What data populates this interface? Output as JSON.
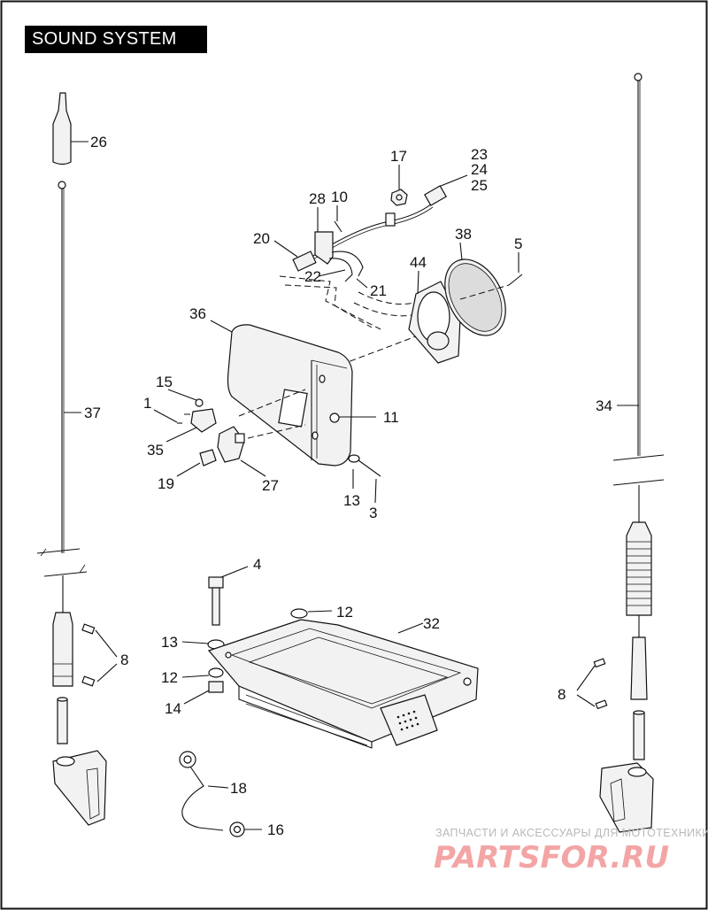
{
  "header": {
    "title": "SOUND SYSTEM"
  },
  "callouts": {
    "c26": "26",
    "c37": "37",
    "c8_left": "8",
    "c28": "28",
    "c10": "10",
    "c20": "20",
    "c22": "22",
    "c21": "21",
    "c17": "17",
    "c23": "23",
    "c24": "24",
    "c25": "25",
    "c38": "38",
    "c5": "5",
    "c44": "44",
    "c36": "36",
    "c15": "15",
    "c1": "1",
    "c35": "35",
    "c19": "19",
    "c27": "27",
    "c11": "11",
    "c13_top": "13",
    "c3": "3",
    "c34": "34",
    "c8_right": "8",
    "c4": "4",
    "c12_top": "12",
    "c32": "32",
    "c13_mid": "13",
    "c12_mid": "12",
    "c14": "14",
    "c18": "18",
    "c16": "16"
  },
  "watermark": {
    "tagline": "ЗАПЧАСТИ И АКСЕССУАРЫ ДЛЯ МОТОТЕХНИКИ",
    "logo": "PARTSFOR.RU"
  }
}
